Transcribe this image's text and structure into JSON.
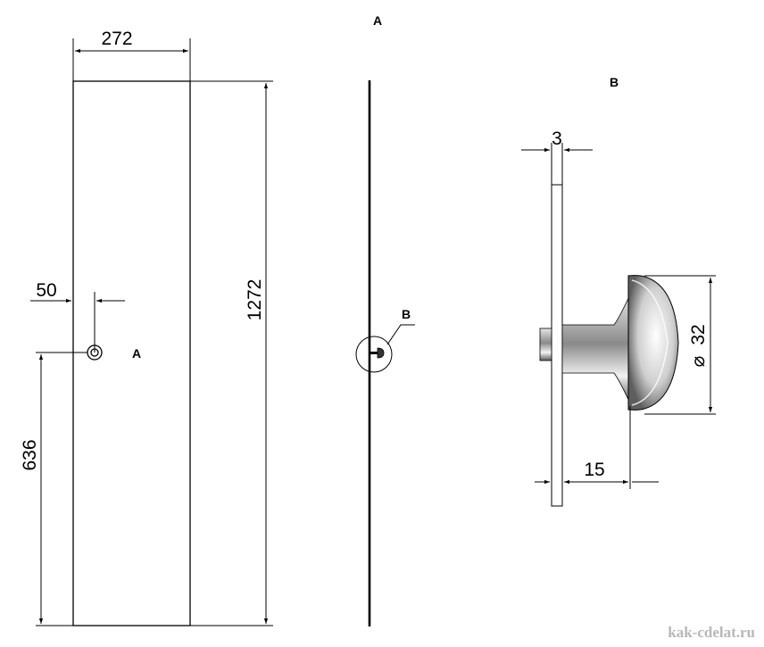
{
  "dimensions": {
    "panel_width": "272",
    "panel_height": "1272",
    "knob_offset_x": "50",
    "knob_height": "636",
    "plate_thickness": "3",
    "knob_diameter": "32",
    "knob_projection": "15",
    "diameter_symbol": "⌀"
  },
  "labels": {
    "view_a_title": "A",
    "view_b_title": "B",
    "callout_a": "A",
    "callout_b": "B"
  },
  "watermark": "kak-cdelat.ru"
}
